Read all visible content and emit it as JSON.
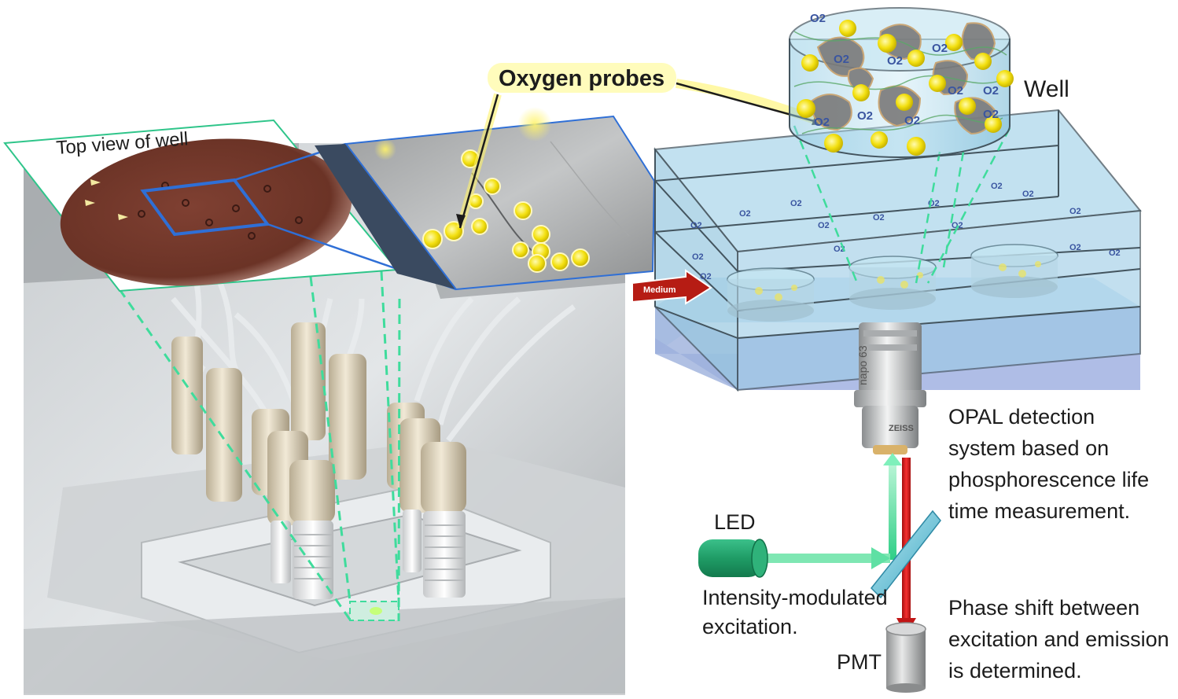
{
  "labels": {
    "top_view": "Top view of well",
    "oxygen_probes": "Oxygen probes",
    "well": "Well",
    "medium": "Medium",
    "o2": "O2",
    "opal": [
      "OPAL detection",
      "system based on",
      "phosphorescence life",
      "time measurement."
    ],
    "led": "LED",
    "excitation": [
      "Intensity-modulated",
      "excitation."
    ],
    "pmt": "PMT",
    "phase": [
      "Phase shift between",
      "excitation and emission",
      "is determined."
    ],
    "objective_text": [
      "napo 63",
      "ZEISS"
    ]
  },
  "colors": {
    "accent_green": "#3fdc9c",
    "beam_red": "#e01818",
    "probe_yellow": "#f4e21a",
    "chip_blue": "#9fd3ea",
    "highlight_blue": "#2f6fd6",
    "tissue_brown": "#7a3a2c"
  }
}
